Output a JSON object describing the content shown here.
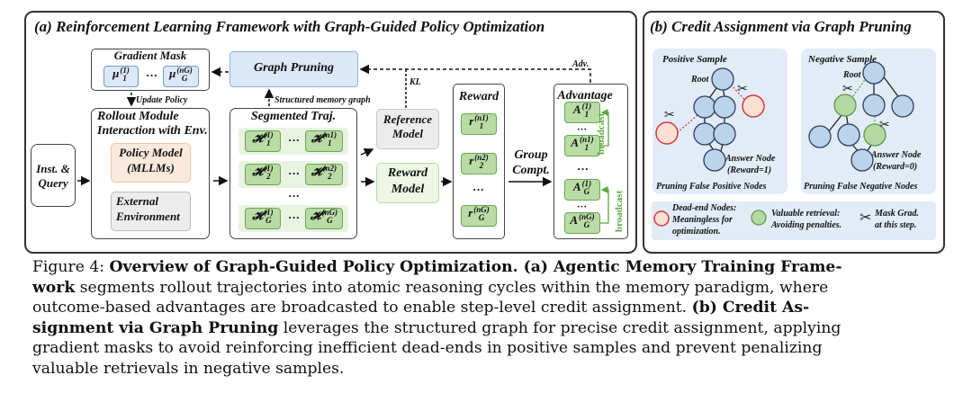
{
  "panel_a": {
    "title": "(a) Reinforcement Learning Framework with Graph-Guided Policy Optimization",
    "gradient_mask": {
      "title": "Gradient Mask",
      "first": {
        "base": "μ",
        "sub": "1",
        "sup": "(1)"
      },
      "dots": "···",
      "last": {
        "base": "μ",
        "sub": "G",
        "sup": "(nG)"
      }
    },
    "graph_pruning": "Graph Pruning",
    "update_policy": "Update Policy",
    "structured_memory_graph": "Structured memory graph",
    "kl_label": "KL",
    "adv_label": "Adv.",
    "inst_query": [
      "Inst. &",
      "Query"
    ],
    "rollout": {
      "title_line1": "Rollout Module",
      "title_line2": "Interaction with Env.",
      "policy_model": [
        "Policy Model",
        "(MLLMs)"
      ],
      "external_env": [
        "External",
        "Environment"
      ]
    },
    "segmented_traj": {
      "title": "Segmented Traj.",
      "rows": [
        {
          "first": {
            "base": "𝓗",
            "sub": "1",
            "sup": "(1)"
          },
          "last": {
            "base": "𝓗",
            "sub": "1",
            "sup": "(n1)"
          }
        },
        {
          "first": {
            "base": "𝓗",
            "sub": "2",
            "sup": "(1)"
          },
          "last": {
            "base": "𝓗",
            "sub": "2",
            "sup": "(n2)"
          }
        },
        {
          "first": {
            "base": "𝓗",
            "sub": "G",
            "sup": "(1)"
          },
          "last": {
            "base": "𝓗",
            "sub": "G",
            "sup": "(nG)"
          }
        }
      ],
      "dots": "···"
    },
    "reference_model": [
      "Reference",
      "Model"
    ],
    "reward_model": [
      "Reward",
      "Model"
    ],
    "reward": {
      "title": "Reward",
      "items": [
        {
          "base": "r",
          "sub": "1",
          "sup": "(n1)"
        },
        {
          "base": "r",
          "sub": "2",
          "sup": "(n2)"
        },
        {
          "base": "r",
          "sub": "G",
          "sup": "(nG)"
        }
      ],
      "dots": "···"
    },
    "group_compt": [
      "Group",
      "Compt."
    ],
    "advantage": {
      "title": "Advantage",
      "items": [
        {
          "base": "A",
          "sub": "1",
          "sup": "(1)"
        },
        {
          "base": "A",
          "sub": "1",
          "sup": "(n1)"
        },
        {
          "base": "A",
          "sub": "G",
          "sup": "(1)"
        },
        {
          "base": "A",
          "sub": "G",
          "sup": "(nG)"
        }
      ],
      "dots": "···",
      "broadcast": "broadcast"
    }
  },
  "panel_b": {
    "title": "(b) Credit Assignment via Graph Pruning",
    "positive": {
      "title": "Positive Sample",
      "root": "Root",
      "answer_node": "Answer Node",
      "reward": "(Reward=1)",
      "caption": "Pruning False Positive Nodes"
    },
    "negative": {
      "title": "Negative Sample",
      "root": "Root",
      "answer_node": "Answer Node",
      "reward": "(Reward=0)",
      "caption": "Pruning False Negative Nodes"
    },
    "legend": {
      "dead_end": [
        "Dead-end Nodes:",
        "Meaningless for",
        "optimization."
      ],
      "valuable": [
        "Valuable retrieval:",
        "Avoiding penalties."
      ],
      "mask": [
        "Mask Grad.",
        "at this step."
      ]
    }
  },
  "colors": {
    "blue_fill": "#dce8f5",
    "blue_border": "#8fb3d9",
    "green_fill": "#b9dba5",
    "green_border": "#6aa84f",
    "broadcast_green": "#5aaa3c",
    "orange_fill": "#fce9dd",
    "orange_border": "#f3c4a4",
    "gray_fill": "#ececec",
    "red_node": "#d9363e",
    "node_blue": "#bcd3ec",
    "node_green": "#b5d8a3"
  },
  "caption": {
    "lines": [
      [
        {
          "t": "Figure 4: ",
          "b": false
        },
        {
          "t": "Overview of Graph-Guided Policy Optimization. (a) Agentic Memory Training Frame-",
          "b": true
        }
      ],
      [
        {
          "t": "work",
          "b": true
        },
        {
          "t": " segments rollout trajectories into atomic reasoning cycles within the memory paradigm, where",
          "b": false
        }
      ],
      [
        {
          "t": "outcome-based advantages are broadcasted to enable step-level credit assignment. ",
          "b": false
        },
        {
          "t": "(b) Credit As-",
          "b": true
        }
      ],
      [
        {
          "t": "signment via Graph Pruning",
          "b": true
        },
        {
          "t": " leverages the structured graph for precise credit assignment, applying",
          "b": false
        }
      ],
      [
        {
          "t": "gradient masks to avoid reinforcing inefficient dead-ends in positive samples and prevent penalizing",
          "b": false
        }
      ],
      [
        {
          "t": "valuable retrievals in negative samples.",
          "b": false
        }
      ]
    ]
  }
}
